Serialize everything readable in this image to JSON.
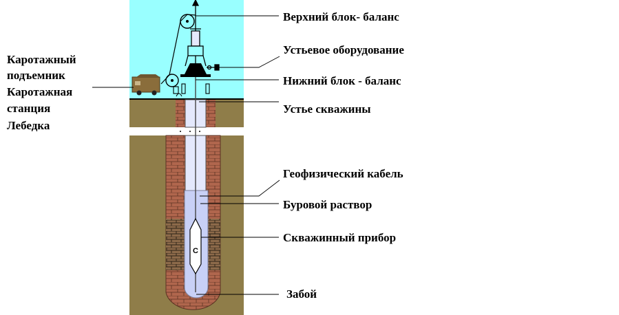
{
  "labels": {
    "upper_block": "Верхний блок- баланс",
    "wellhead_equipment": "Устьевое оборудование",
    "lower_block": "Нижний блок - баланс",
    "wellhead": "Устье скважины",
    "cable": "Геофизический кабель",
    "mud": "Буровой раствор",
    "tool": "Скважинный прибор",
    "bottom": "Забой",
    "hoist_line1": "Каротажный",
    "hoist_line2": "подъемник",
    "station_line1": "Каротажная",
    "station_line2": "станция",
    "winch": "Лебедка"
  },
  "colors": {
    "sky": "#99ffff",
    "ground": "#8f7d49",
    "brick": "#b0664d",
    "fluid": "#c8d0f6",
    "casing": "#e4e8fc",
    "truck": "#8a6d3b"
  }
}
